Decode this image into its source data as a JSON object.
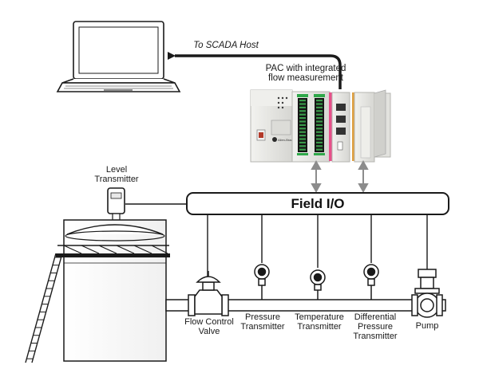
{
  "labels": {
    "scada": "To SCADA Host",
    "pac": "PAC with integrated\nflow measurement",
    "field_io": "Field I/O",
    "level": "Level\nTransmitter",
    "flow_valve": "Flow Control\nValve",
    "pressure": "Pressure\nTransmitter",
    "temperature": "Temperature\nTransmitter",
    "differential": "Differential\nPressure\nTransmitter",
    "pump": "Pump"
  },
  "plc_brand": "Allen-Bradley",
  "colors": {
    "line": "#1a1a1a",
    "gray_arrow": "#8c8c8c",
    "plc_body": "#e6e6e3",
    "io_green": "#3a9a4a",
    "io_pink": "#e8508a",
    "io_amber": "#e0a040"
  }
}
